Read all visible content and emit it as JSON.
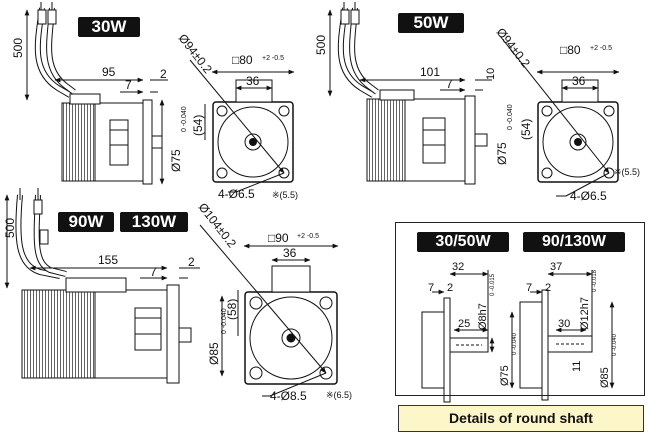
{
  "badges": {
    "w30": "30W",
    "w50": "50W",
    "w90": "90W",
    "w130": "130W",
    "shaft_3050": "30/50W",
    "shaft_90130": "90/130W"
  },
  "caption": "Details of round shaft",
  "motor30": {
    "lead": "500",
    "length": "95",
    "flange": "7",
    "pilot": "2",
    "body_dia": "Ø75",
    "body_tol": "0 -0.040",
    "pcd": "Ø94±0.2",
    "square": "□80",
    "square_tol": "+2 -0.5",
    "box": "36",
    "offset": "(54)",
    "holes": "4-Ø6.5",
    "holes_note": "※(5.5)"
  },
  "motor50": {
    "lead": "500",
    "length": "101",
    "flange": "7",
    "pilot": "10",
    "body_dia": "Ø75",
    "body_tol": "0 -0.040",
    "pcd": "Ø94±0.2",
    "square": "□80",
    "square_tol": "+2 -0.5",
    "box": "36",
    "offset": "(54)",
    "holes": "4-Ø6.5",
    "holes_note": "※(5.5)"
  },
  "motor90": {
    "lead": "500",
    "length": "155",
    "flange": "7",
    "pilot": "2",
    "body_dia": "Ø85",
    "body_tol": "0 -0.040",
    "pcd": "Ø104±0.2",
    "square": "□90",
    "square_tol": "+2 -0.5",
    "box": "36",
    "offset": "(58)",
    "holes": "4-Ø8.5",
    "holes_note": "※(6.5)"
  },
  "shaft3050": {
    "len": "32",
    "flange": "7",
    "pilot": "2",
    "key": "25",
    "shaft_dia": "Ø8h7",
    "shaft_tol": "0 -0.015",
    "body_dia": "Ø75",
    "body_tol": "0 -0.040"
  },
  "shaft90130": {
    "len": "37",
    "flange": "7",
    "pilot": "2",
    "key": "30",
    "shaft_dia": "Ø12h7",
    "shaft_tol": "0 -0.018",
    "body_dia": "Ø85",
    "body_tol": "0 -0.040",
    "gap": "11"
  }
}
